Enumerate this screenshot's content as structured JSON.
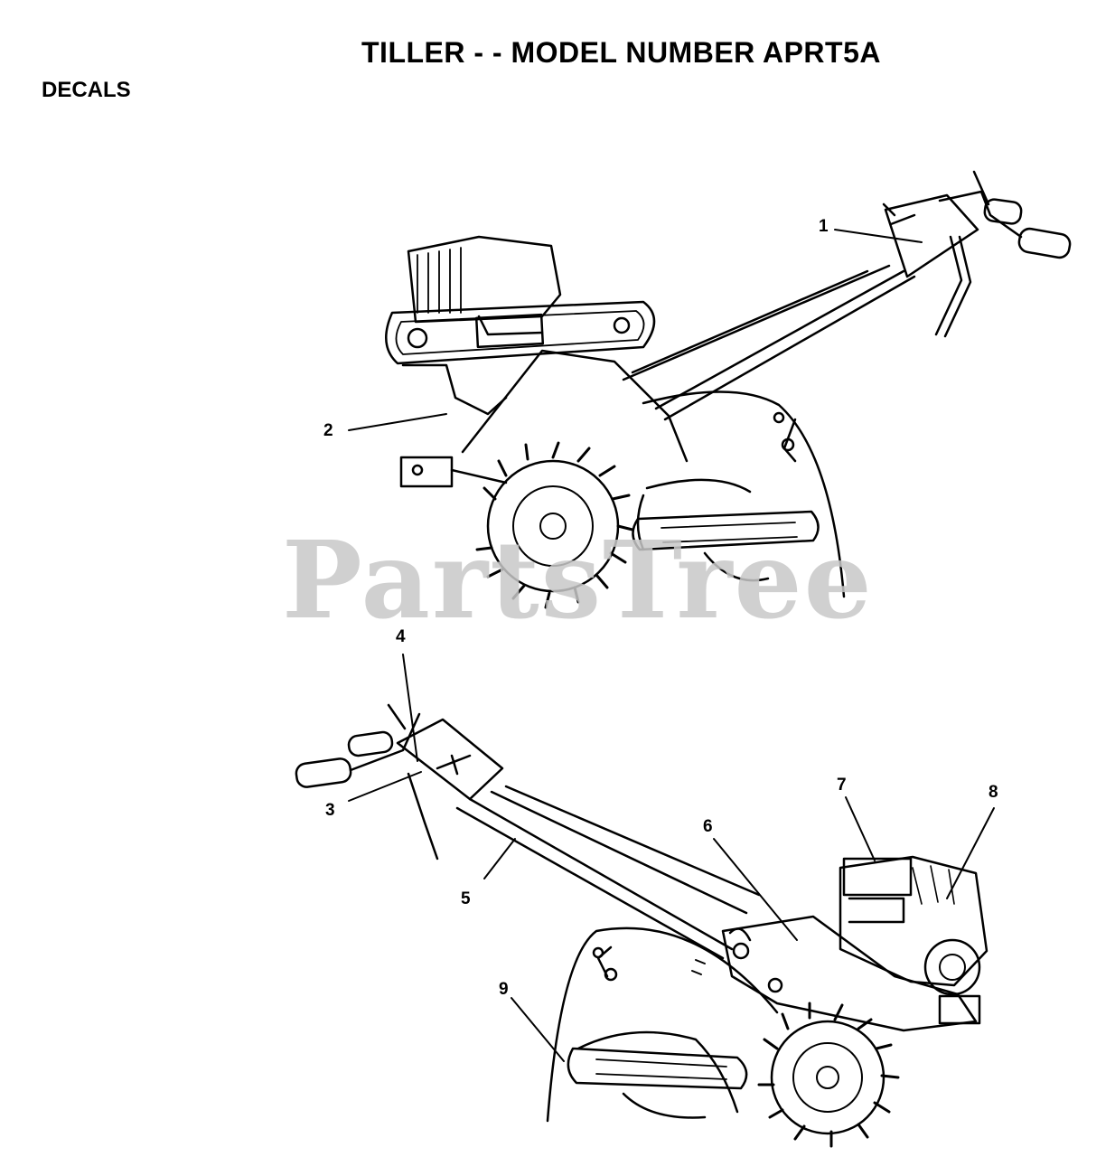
{
  "header": {
    "title": "TILLER - - MODEL NUMBER APRT5A",
    "section": "DECALS"
  },
  "watermark": "PartsTree",
  "callouts": [
    "1",
    "2",
    "3",
    "4",
    "5",
    "6",
    "7",
    "8",
    "9"
  ],
  "colors": {
    "ink": "#000000",
    "watermark": "#c8c8c8",
    "background": "#ffffff"
  }
}
